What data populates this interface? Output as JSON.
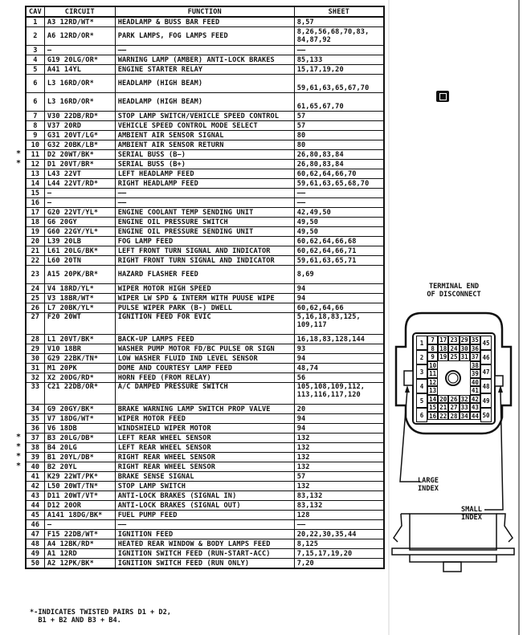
{
  "table": {
    "headers": {
      "cav": "CAV",
      "circuit": "CIRCUIT",
      "function": "FUNCTION",
      "sheet": "SHEET"
    },
    "rows": [
      {
        "cav": "1",
        "circuit": "A3 12RD/WT*",
        "function": "HEADLAMP & BUSS BAR FEED",
        "sheet": "8,57",
        "h": 1
      },
      {
        "cav": "2",
        "circuit": "A6 12RD/OR*",
        "function": "PARK LAMPS, FOG LAMPS FEED",
        "sheet": "8,26,56,68,70,83,\n84,87,92",
        "h": 2
      },
      {
        "cav": "3",
        "circuit": "—",
        "function": "——",
        "sheet": "——",
        "h": 1
      },
      {
        "cav": "4",
        "circuit": "G19 20LG/OR*",
        "function": "WARNING LAMP (AMBER) ANTI-LOCK BRAKES",
        "sheet": "85,133",
        "h": 1
      },
      {
        "cav": "5",
        "circuit": "A41 14YL",
        "function": "ENGINE STARTER RELAY",
        "sheet": "15,17,19,20",
        "h": 1
      },
      {
        "cav": "6",
        "circuit": "L3 16RD/OR*",
        "function": "HEADLAMP (HIGH BEAM)",
        "sheet": "59,61,63,65,67,70",
        "h": 2,
        "bottom": true
      },
      {
        "cav": "6",
        "circuit": "L3 16RD/OR*",
        "function": "HEADLAMP (HIGH BEAM)",
        "sheet": "61,65,67,70",
        "h": 2,
        "bottom": true
      },
      {
        "cav": "7",
        "circuit": "V30 22DB/RD*",
        "function": "STOP LAMP SWITCH/VEHICLE SPEED CONTROL",
        "sheet": "57",
        "h": 1
      },
      {
        "cav": "8",
        "circuit": "V37 20RD",
        "function": "VEHICLE SPEED CONTROL MODE SELECT",
        "sheet": "57",
        "h": 1
      },
      {
        "cav": "9",
        "circuit": "G31 20VT/LG*",
        "function": "AMBIENT AIR SENSOR SIGNAL",
        "sheet": "80",
        "h": 1
      },
      {
        "cav": "10",
        "circuit": "G32 20BK/LB*",
        "function": "AMBIENT AIR SENSOR RETURN",
        "sheet": "80",
        "h": 1
      },
      {
        "cav": "11",
        "circuit": "D2 20WT/BK*",
        "function": "SERIAL BUSS (B−)",
        "sheet": "26,80,83,84",
        "h": 1,
        "mark": "*"
      },
      {
        "cav": "12",
        "circuit": "D1 20VT/BR*",
        "function": "SERIAL BUSS (B+)",
        "sheet": "26,80,83,84",
        "h": 1,
        "mark": "*"
      },
      {
        "cav": "13",
        "circuit": "L43 22VT",
        "function": "LEFT HEADLAMP FEED",
        "sheet": "60,62,64,66,70",
        "h": 1
      },
      {
        "cav": "14",
        "circuit": "L44 22VT/RD*",
        "function": "RIGHT HEADLAMP FEED",
        "sheet": "59,61,63,65,68,70",
        "h": 1
      },
      {
        "cav": "15",
        "circuit": "—",
        "function": "——",
        "sheet": "——",
        "h": 1
      },
      {
        "cav": "16",
        "circuit": "—",
        "function": "——",
        "sheet": "——",
        "h": 1
      },
      {
        "cav": "17",
        "circuit": "G20 22VT/YL*",
        "function": "ENGINE COOLANT TEMP SENDING UNIT",
        "sheet": "42,49,50",
        "h": 1
      },
      {
        "cav": "18",
        "circuit": "G6 20GY",
        "function": "ENGINE OIL PRESSURE SWITCH",
        "sheet": "49,50",
        "h": 1
      },
      {
        "cav": "19",
        "circuit": "G60 22GY/YL*",
        "function": "ENGINE OIL PRESSURE SENDING UNIT",
        "sheet": "49,50",
        "h": 1
      },
      {
        "cav": "20",
        "circuit": "L39 20LB",
        "function": "FOG LAMP FEED",
        "sheet": "60,62,64,66,68",
        "h": 1
      },
      {
        "cav": "21",
        "circuit": "L61 20LG/BK*",
        "function": "LEFT FRONT TURN SIGNAL AND INDICATOR",
        "sheet": "60,62,64,66,71",
        "h": 1
      },
      {
        "cav": "22",
        "circuit": "L60 20TN",
        "function": "RIGHT FRONT TURN SIGNAL AND INDICATOR",
        "sheet": "59,61,63,65,71",
        "h": 1
      },
      {
        "cav": "23",
        "circuit": "A15 20PK/BR*",
        "function": "HAZARD FLASHER FEED",
        "sheet": "8,69",
        "h": 2
      },
      {
        "cav": "24",
        "circuit": "V4 18RD/YL*",
        "function": "WIPER MOTOR HIGH SPEED",
        "sheet": "94",
        "h": 1
      },
      {
        "cav": "25",
        "circuit": "V3 18BR/WT*",
        "function": "WIPER LW SPD & INTERM WITH PUUSE WIPE",
        "sheet": "94",
        "h": 1
      },
      {
        "cav": "26",
        "circuit": "L7 20BK/YL*",
        "function": "PULSE WIPER PARK (B-) DWELL",
        "sheet": "60,62,64,66",
        "h": 1
      },
      {
        "cav": "27",
        "circuit": "F20 20WT",
        "function": "IGNITION FEED FOR EVIC",
        "sheet": "5,16,18,83,125,\n109,117",
        "h": 3,
        "top": true
      },
      {
        "cav": "28",
        "circuit": "L1 20VT/BK*",
        "function": "BACK-UP LAMPS FEED",
        "sheet": "16,18,83,128,144",
        "h": 1
      },
      {
        "cav": "29",
        "circuit": "V10 18BR",
        "function": "WASHER PUMP MOTOR FD/BC PULSE OR SIGN",
        "sheet": "93",
        "h": 1
      },
      {
        "cav": "30",
        "circuit": "G29 22BK/TN*",
        "function": "LOW WASHER FLUID IND LEVEL SENSOR",
        "sheet": "94",
        "h": 1
      },
      {
        "cav": "31",
        "circuit": "M1 20PK",
        "function": "DOME AND COURTESY LAMP FEED",
        "sheet": "48,74",
        "h": 1
      },
      {
        "cav": "32",
        "circuit": "X2 20DG/RD*",
        "function": "HORN FEED (FROM RELAY)",
        "sheet": "56",
        "h": 1
      },
      {
        "cav": "33",
        "circuit": "C21 22DB/OR*",
        "function": "A/C DAMPED PRESSURE SWITCH",
        "sheet": "105,108,109,112,\n113,116,117,120",
        "h": 3,
        "top": true
      },
      {
        "cav": "34",
        "circuit": "G9 20GY/BK*",
        "function": "BRAKE WARNING LAMP SWITCH PROP VALVE",
        "sheet": "20",
        "h": 1
      },
      {
        "cav": "35",
        "circuit": "V7 18DG/WT*",
        "function": "WIPER MOTOR FEED",
        "sheet": "94",
        "h": 1
      },
      {
        "cav": "36",
        "circuit": "V6 18DB",
        "function": "WINDSHIELD WIPER MOTOR",
        "sheet": "94",
        "h": 1
      },
      {
        "cav": "37",
        "circuit": "B3 20LG/DB*",
        "function": "LEFT REAR WHEEL SENSOR",
        "sheet": "132",
        "h": 1,
        "mark": "*"
      },
      {
        "cav": "38",
        "circuit": "B4 20LG",
        "function": "LEFT REAR WHEEL SENSOR",
        "sheet": "132",
        "h": 1,
        "mark": "*"
      },
      {
        "cav": "39",
        "circuit": "B1 20YL/DB*",
        "function": "RIGHT REAR WHEEL SENSOR",
        "sheet": "132",
        "h": 1,
        "mark": "*"
      },
      {
        "cav": "40",
        "circuit": "B2 20YL",
        "function": "RIGHT REAR WHEEL SENSOR",
        "sheet": "132",
        "h": 1,
        "mark": "*"
      },
      {
        "cav": "41",
        "circuit": "K29 22WT/PK*",
        "function": "BRAKE SENSE SIGNAL",
        "sheet": "57",
        "h": 1
      },
      {
        "cav": "42",
        "circuit": "L50 20WT/TN*",
        "function": "STOP LAMP SWITCH",
        "sheet": "132",
        "h": 1
      },
      {
        "cav": "43",
        "circuit": "D11 20WT/VT*",
        "function": "ANTI-LOCK BRAKES (SIGNAL IN)",
        "sheet": "83,132",
        "h": 1
      },
      {
        "cav": "44",
        "circuit": "D12 20OR",
        "function": "ANTI-LOCK BRAKES (SIGNAL OUT)",
        "sheet": "83,132",
        "h": 1
      },
      {
        "cav": "45",
        "circuit": "A141 18DG/BK*",
        "function": "FUEL PUMP FEED",
        "sheet": "128",
        "h": 1
      },
      {
        "cav": "46",
        "circuit": "—",
        "function": "——",
        "sheet": "——",
        "h": 1
      },
      {
        "cav": "47",
        "circuit": "F15 22DB/WT*",
        "function": "IGNITION FEED",
        "sheet": "20,22,30,35,44",
        "h": 1
      },
      {
        "cav": "48",
        "circuit": "A4 12BK/RD*",
        "function": "HEATED REAR WINDOW & BODY LAMPS FEED",
        "sheet": "8,125",
        "h": 1
      },
      {
        "cav": "49",
        "circuit": "A1 12RD",
        "function": "IGNITION SWITCH FEED (RUN-START-ACC)",
        "sheet": "7,15,17,19,20",
        "h": 1
      },
      {
        "cav": "50",
        "circuit": "A2 12PK/BK*",
        "function": "IGNITION SWITCH FEED (RUN ONLY)",
        "sheet": "7,20",
        "h": 1
      }
    ]
  },
  "footnote": "*-INDICATES TWISTED PAIRS D1 + D2,\n  B1 + B2 AND B3 + B4.",
  "connector": {
    "title": "TERMINAL END\nOF DISCONNECT",
    "large_index_label": "LARGE\nINDEX",
    "small_index_label": "SMALL\nINDEX",
    "left_column": [
      "1",
      "2",
      "3",
      "4",
      "5",
      "6"
    ],
    "right_column": [
      "45",
      "46",
      "47",
      "48",
      "49",
      "50"
    ],
    "top_rows": [
      [
        "7",
        "17",
        "23",
        "29",
        "35"
      ],
      [
        "8",
        "18",
        "24",
        "30",
        "36"
      ],
      [
        "9",
        "19",
        "25",
        "31",
        "37"
      ]
    ],
    "inner_left": [
      "10",
      "11",
      "12",
      "13"
    ],
    "inner_right": [
      "38",
      "39",
      "40",
      "41"
    ],
    "bottom_rows": [
      [
        "14",
        "20",
        "26",
        "32",
        "42"
      ],
      [
        "15",
        "21",
        "27",
        "33",
        "43"
      ],
      [
        "16",
        "22",
        "28",
        "34",
        "44"
      ]
    ]
  },
  "icons": {
    "connector_badge": "connector-badge-icon"
  }
}
